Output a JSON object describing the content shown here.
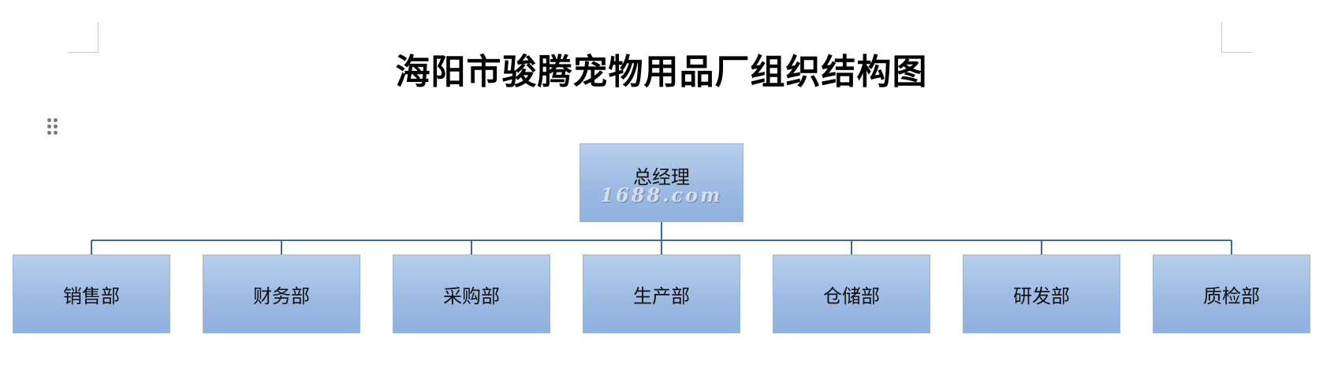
{
  "title": "海阳市骏腾宠物用品厂组织结构图",
  "root": {
    "label": "总经理",
    "watermark": "1688.com"
  },
  "departments": [
    {
      "label": "销售部"
    },
    {
      "label": "财务部"
    },
    {
      "label": "采购部"
    },
    {
      "label": "生产部"
    },
    {
      "label": "仓储部"
    },
    {
      "label": "研发部"
    },
    {
      "label": "质检部"
    }
  ],
  "colors": {
    "box_top": "#b7cfeb",
    "box_bottom": "#8fb1df",
    "connector": "#3f6a96"
  }
}
